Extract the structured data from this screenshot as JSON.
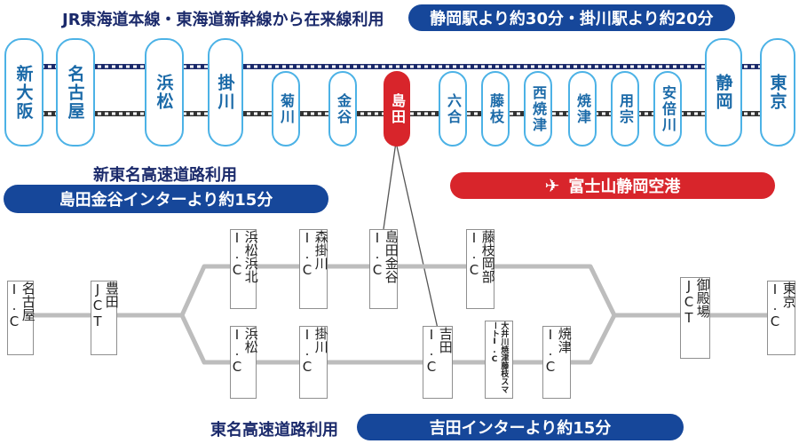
{
  "top": {
    "heading": "JR東海道本線・東海道新幹線から在来線利用",
    "pill": "静岡駅より約30分・掛川駅より約20分"
  },
  "rail_stations": [
    {
      "name": "新大阪",
      "highlight": false
    },
    {
      "name": "名古屋",
      "highlight": false
    },
    {
      "name": "浜松",
      "highlight": false
    },
    {
      "name": "掛川",
      "highlight": false
    },
    {
      "name": "菊川",
      "highlight": false
    },
    {
      "name": "金谷",
      "highlight": false
    },
    {
      "name": "島田",
      "highlight": true
    },
    {
      "name": "六合",
      "highlight": false
    },
    {
      "name": "藤枝",
      "highlight": false
    },
    {
      "name": "西焼津",
      "highlight": false
    },
    {
      "name": "焼津",
      "highlight": false
    },
    {
      "name": "用宗",
      "highlight": false
    },
    {
      "name": "安倍川",
      "highlight": false
    },
    {
      "name": "静岡",
      "highlight": false
    },
    {
      "name": "東京",
      "highlight": false
    }
  ],
  "new_tomei": {
    "heading": "新東名高速道路利用",
    "pill": "島田金谷インターより約15分"
  },
  "airport": {
    "icon": "airplane-icon",
    "label": "富士山静岡空港"
  },
  "interchanges": [
    {
      "key": "nagoya",
      "name": "名古屋",
      "suffix": "I.C"
    },
    {
      "key": "toyota",
      "name": "豊田",
      "suffix": "JCT"
    },
    {
      "key": "hamamatsu-hamakita",
      "name": "浜松浜北",
      "suffix": "I.C"
    },
    {
      "key": "mori-kakegawa",
      "name": "森掛川",
      "suffix": "I.C"
    },
    {
      "key": "shimada-kanaya",
      "name": "島田金谷",
      "suffix": "I.C"
    },
    {
      "key": "fujieda-okabe",
      "name": "藤枝岡部",
      "suffix": "I.C"
    },
    {
      "key": "hamamatsu",
      "name": "浜松",
      "suffix": "I.C"
    },
    {
      "key": "kakegawa",
      "name": "掛川",
      "suffix": "I.C"
    },
    {
      "key": "yoshida",
      "name": "吉田",
      "suffix": "I.C"
    },
    {
      "key": "oigawa-yaizu",
      "name": "大井川焼津藤枝スマート",
      "suffix": "I.C"
    },
    {
      "key": "yaizu",
      "name": "焼津",
      "suffix": "I.C"
    },
    {
      "key": "gotemba",
      "name": "御殿場",
      "suffix": "JCT"
    },
    {
      "key": "tokyo",
      "name": "東京",
      "suffix": "I.C"
    }
  ],
  "tomei": {
    "heading": "東名高速道路利用",
    "pill": "吉田インターより約15分"
  },
  "colors": {
    "navy": "#16479a",
    "red": "#d8252b",
    "station_border": "#4cb2e6",
    "road_gray": "#bdbdbd"
  }
}
